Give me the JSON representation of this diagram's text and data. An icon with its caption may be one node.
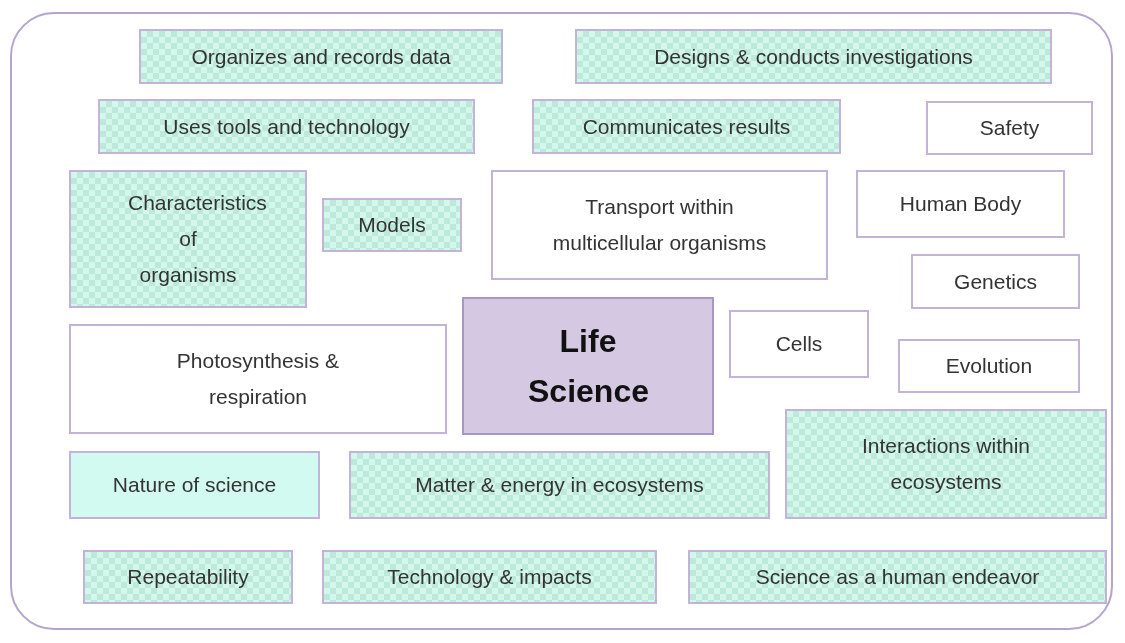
{
  "diagram": {
    "nodes": [
      {
        "text": [],
        "shape": "box"
      },
      {
        "text": [
          "Organizes and records data"
        ],
        "in": 0
      },
      {
        "text": [
          "Designs & conducts investigations"
        ],
        "in": 0
      },
      {
        "text": [
          "Uses tools and technology"
        ],
        "in": 0
      },
      {
        "text": [
          "Communicates results"
        ],
        "in": 0
      },
      {
        "text": [
          "Safety"
        ],
        "in": 0
      },
      {
        "text": [
          "Characteristics of organisms"
        ],
        "in": 0
      },
      {
        "text": [
          "Models"
        ],
        "in": 0
      },
      {
        "text": [
          "Transport within multicellular organisms"
        ],
        "in": 0
      },
      {
        "text": [
          "Human Body"
        ],
        "in": 0
      },
      {
        "text": [
          "Genetics"
        ],
        "in": 0
      },
      {
        "text": [
          "Photosynthesis & respiration"
        ],
        "in": 0
      },
      {
        "text": [
          "Life Science"
        ],
        "in": 0
      },
      {
        "text": [
          "Cells"
        ],
        "in": 0
      },
      {
        "text": [
          "Evolution"
        ],
        "in": 0
      },
      {
        "text": [
          "Interactions within ecosystems"
        ],
        "in": 0
      },
      {
        "text": [
          "Nature of science"
        ],
        "in": 0
      },
      {
        "text": [
          "Matter & energy in ecosystems"
        ],
        "in": 0
      },
      {
        "text": [
          "Repeatability"
        ],
        "in": 0
      },
      {
        "text": [
          "Technology & impacts"
        ],
        "in": 0
      },
      {
        "text": [
          "Science as a human endeavor"
        ],
        "in": 0
      }
    ]
  }
}
